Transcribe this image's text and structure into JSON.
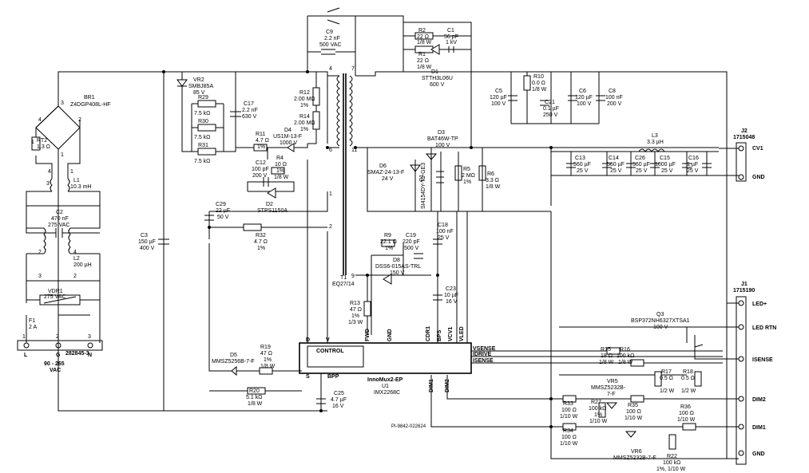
{
  "title": "",
  "drawing_number": "PI-9842-022624",
  "components": [
    {
      "ref": "J3",
      "lines": [
        "282845-3"
      ]
    },
    {
      "ref": "J3_pins",
      "lines": [
        "L",
        "G",
        "N"
      ]
    },
    {
      "ref": "AC_input",
      "lines": [
        "90 - 265",
        "VAC"
      ]
    },
    {
      "ref": "F1",
      "lines": [
        "F1",
        "2 A"
      ]
    },
    {
      "ref": "VDR1",
      "lines": [
        "VDR1",
        "275 VAC"
      ]
    },
    {
      "ref": "L2",
      "lines": [
        "L2",
        "200 µH"
      ]
    },
    {
      "ref": "C2",
      "lines": [
        "C2",
        "470 nF",
        "275 VAC"
      ]
    },
    {
      "ref": "L1",
      "lines": [
        "L1",
        "10.3 mH"
      ]
    },
    {
      "ref": "RT2",
      "lines": [
        "RT2",
        "1.3 Ω"
      ]
    },
    {
      "ref": "BR1",
      "lines": [
        "BR1",
        "Z4DGP408L-HF"
      ]
    },
    {
      "ref": "C3",
      "lines": [
        "C3",
        "150 µF",
        "400 V"
      ]
    },
    {
      "ref": "VR2",
      "lines": [
        "VR2",
        "SMBJ85A",
        "85 V"
      ]
    },
    {
      "ref": "R29",
      "lines": [
        "R29",
        "7.5 kΩ"
      ]
    },
    {
      "ref": "R30",
      "lines": [
        "R30",
        "7.5 kΩ"
      ]
    },
    {
      "ref": "R31",
      "lines": [
        "R31",
        "7.5 kΩ"
      ]
    },
    {
      "ref": "C17",
      "lines": [
        "C17",
        "2.2 nF",
        "630 V"
      ]
    },
    {
      "ref": "R12",
      "lines": [
        "R12",
        "2.00 MΩ",
        "1%"
      ]
    },
    {
      "ref": "R14",
      "lines": [
        "R14",
        "2.00 MΩ",
        "1%"
      ]
    },
    {
      "ref": "R11",
      "lines": [
        "R11",
        "4.7 Ω",
        "1%"
      ]
    },
    {
      "ref": "D4",
      "lines": [
        "D4",
        "US1M-13-F",
        "1000 V"
      ]
    },
    {
      "ref": "R4",
      "lines": [
        "R4",
        "10 Ω",
        "1%",
        "1/8 W"
      ]
    },
    {
      "ref": "C12",
      "lines": [
        "C12",
        "100 pF",
        "200 V"
      ]
    },
    {
      "ref": "D2",
      "lines": [
        "D2",
        "STPS1150A"
      ]
    },
    {
      "ref": "C29",
      "lines": [
        "C29",
        "22 µF",
        "50 V"
      ]
    },
    {
      "ref": "R32",
      "lines": [
        "R32",
        "4.7 Ω",
        "1%"
      ]
    },
    {
      "ref": "C9",
      "lines": [
        "C9",
        "2.2 nF",
        "500 VAC"
      ]
    },
    {
      "ref": "R2",
      "lines": [
        "R2",
        "22 Ω",
        "1/8 W"
      ]
    },
    {
      "ref": "C1",
      "lines": [
        "C1",
        "56 pF",
        "1 kV"
      ]
    },
    {
      "ref": "R1",
      "lines": [
        "R1",
        "22 Ω",
        "1/8 W"
      ]
    },
    {
      "ref": "D1",
      "lines": [
        "D1",
        "STTH3L06U",
        "600 V"
      ]
    },
    {
      "ref": "T1",
      "lines": [
        "T1",
        "EQ27/14"
      ]
    },
    {
      "ref": "D3",
      "lines": [
        "D3",
        "BAT46W-TP",
        "100 V"
      ]
    },
    {
      "ref": "D6",
      "lines": [
        "D6",
        "SMAZ-24-13-F",
        "24 V"
      ]
    },
    {
      "ref": "Q1",
      "lines": [
        "Q1",
        "SI4154DY-T1-GE3"
      ]
    },
    {
      "ref": "R5",
      "lines": [
        "R5",
        "2 MΩ",
        "1%"
      ]
    },
    {
      "ref": "R6",
      "lines": [
        "R6",
        "3.3 Ω",
        "1/8 W"
      ]
    },
    {
      "ref": "C5",
      "lines": [
        "C5",
        "120 µF",
        "100 V"
      ]
    },
    {
      "ref": "R10",
      "lines": [
        "R10",
        "0.0 Ω",
        "1/8 W"
      ]
    },
    {
      "ref": "C21",
      "lines": [
        "C21",
        "0.1 µF",
        "250 V"
      ]
    },
    {
      "ref": "C6",
      "lines": [
        "C6",
        "120 µF",
        "100 V"
      ]
    },
    {
      "ref": "C8",
      "lines": [
        "C8",
        "100 nF",
        "200 V"
      ]
    },
    {
      "ref": "L3",
      "lines": [
        "L3",
        "3.3 µH"
      ]
    },
    {
      "ref": "C13",
      "lines": [
        "C13",
        "560 µF",
        "25 V"
      ]
    },
    {
      "ref": "C14",
      "lines": [
        "C14",
        "560 µF",
        "25 V"
      ]
    },
    {
      "ref": "C26",
      "lines": [
        "C26",
        "560 µF",
        "25 V"
      ]
    },
    {
      "ref": "C15",
      "lines": [
        "C15",
        "1000 µF",
        "25 V"
      ]
    },
    {
      "ref": "C16",
      "lines": [
        "C16",
        "1 µF",
        "25 V"
      ]
    },
    {
      "ref": "R9",
      "lines": [
        "R9",
        "22.1 Ω",
        "1%"
      ]
    },
    {
      "ref": "C19",
      "lines": [
        "C19",
        "220 pF",
        "500 V"
      ]
    },
    {
      "ref": "D8",
      "lines": [
        "D8",
        "DSS6-015AS-TRL",
        "150 V"
      ]
    },
    {
      "ref": "C18",
      "lines": [
        "C18",
        "100 nF",
        "25 V"
      ]
    },
    {
      "ref": "C23",
      "lines": [
        "C23",
        "10 µF",
        "16 V"
      ]
    },
    {
      "ref": "R13",
      "lines": [
        "R13",
        "47 Ω",
        "1%",
        "1/3 W"
      ]
    },
    {
      "ref": "D5",
      "lines": [
        "D5",
        "MMSZ5256B-7-F"
      ]
    },
    {
      "ref": "R19",
      "lines": [
        "R19",
        "47 Ω",
        "1%",
        "1/8 W"
      ]
    },
    {
      "ref": "R20",
      "lines": [
        "R20",
        "5.1 kΩ",
        "1/8 W"
      ]
    },
    {
      "ref": "C25",
      "lines": [
        "C25",
        "4.7 µF",
        "16 V"
      ]
    },
    {
      "ref": "U1",
      "lines": [
        "InnoMux2-EP",
        "U1",
        "IMX2268C"
      ]
    },
    {
      "ref": "Q3",
      "lines": [
        "Q3",
        "BSP372NH6327XTSA1",
        "100 V"
      ]
    },
    {
      "ref": "R15",
      "lines": [
        "R15",
        "18 Ω",
        "1/8 W"
      ]
    },
    {
      "ref": "R16",
      "lines": [
        "R16",
        "100 kΩ",
        "1/8 W"
      ]
    },
    {
      "ref": "R17",
      "lines": [
        "R17",
        "0.5 Ω",
        "1/2 W"
      ]
    },
    {
      "ref": "R18",
      "lines": [
        "R18",
        "0.5 Ω",
        "1/2 W"
      ]
    },
    {
      "ref": "VR5",
      "lines": [
        "VR5",
        "MMSZ5232B-",
        "7-F"
      ]
    },
    {
      "ref": "R33",
      "lines": [
        "R33",
        "100 Ω",
        "1/10 W"
      ]
    },
    {
      "ref": "R27",
      "lines": [
        "R27",
        "100 kΩ",
        "1%",
        "1/10 W"
      ]
    },
    {
      "ref": "R35",
      "lines": [
        "R35",
        "100 Ω",
        "1/10 W"
      ]
    },
    {
      "ref": "R36",
      "lines": [
        "R36",
        "100 Ω",
        "1/10 W"
      ]
    },
    {
      "ref": "R34",
      "lines": [
        "R34",
        "100 Ω",
        "1/10 W"
      ]
    },
    {
      "ref": "VR6",
      "lines": [
        "VR6",
        "MMSZ5232B-7-F"
      ]
    },
    {
      "ref": "R22",
      "lines": [
        "R22",
        "100 kΩ",
        "1%, 1/10 W"
      ]
    },
    {
      "ref": "J2",
      "lines": [
        "J2",
        "1715048"
      ]
    },
    {
      "ref": "J1",
      "lines": [
        "J1",
        "1715190"
      ]
    }
  ],
  "connector_pins": {
    "J2": [
      "CV1",
      "GND"
    ],
    "J1": [
      "LED+",
      "LED RTN",
      "ISENSE",
      "DIM2",
      "DIM1",
      "GND"
    ]
  },
  "ic_pins": [
    "D",
    "V",
    "FWD",
    "GND",
    "CDR1",
    "BPS",
    "VCV1",
    "VLED",
    "VSENSE",
    "IDRIVE",
    "ISENSE",
    "CONTROL",
    "S",
    "BPP",
    "DIM1",
    "DIM2"
  ],
  "transformer_pins": [
    "4",
    "7",
    "6",
    "11",
    "1",
    "2",
    "9"
  ],
  "misc_numbers": [
    "1",
    "2",
    "3",
    "4",
    "1",
    "4",
    "3",
    "2",
    "1",
    "2",
    "3",
    "4",
    "1",
    "2",
    "3"
  ]
}
